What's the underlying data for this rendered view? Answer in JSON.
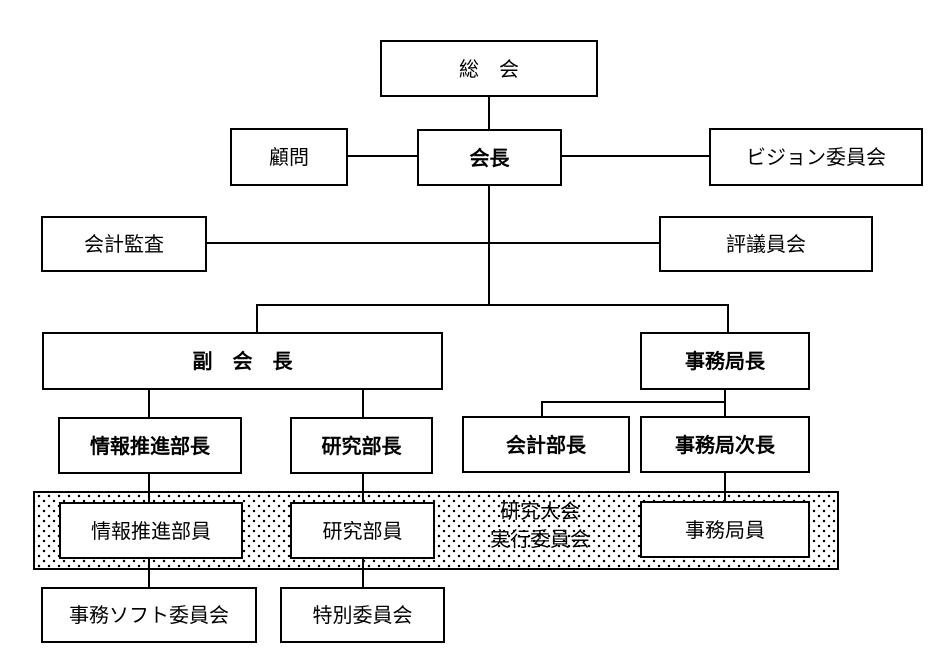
{
  "diagram": {
    "type": "org-chart",
    "language": "ja",
    "colors": {
      "background": "#ffffff",
      "line": "#000000",
      "text": "#000000",
      "box_fill": "#ffffff"
    },
    "nodes": {
      "general_assembly": {
        "label": "総　会",
        "bold": false
      },
      "advisor": {
        "label": "顧問",
        "bold": false
      },
      "president": {
        "label": "会長",
        "bold": true
      },
      "vision_committee": {
        "label": "ビジョン委員会",
        "bold": false
      },
      "accounting_audit": {
        "label": "会計監査",
        "bold": false
      },
      "council": {
        "label": "評議員会",
        "bold": false
      },
      "vice_president": {
        "label": "副　会　長",
        "bold": true
      },
      "secretary_general": {
        "label": "事務局長",
        "bold": true
      },
      "info_promotion_director": {
        "label": "情報推進部長",
        "bold": true
      },
      "research_director": {
        "label": "研究部長",
        "bold": true
      },
      "accounting_director": {
        "label": "会計部長",
        "bold": true
      },
      "deputy_secretary_general": {
        "label": "事務局次長",
        "bold": true
      },
      "info_promotion_staff": {
        "label": "情報推進部員",
        "bold": false
      },
      "research_staff": {
        "label": "研究部員",
        "bold": false
      },
      "secretariat_staff": {
        "label": "事務局員",
        "bold": false
      },
      "office_software_committee": {
        "label": "事務ソフト委員会",
        "bold": false
      },
      "special_committee": {
        "label": "特別委員会",
        "bold": false
      },
      "research_convention_committee": {
        "label_line1": "研究大会",
        "label_line2": "実行委員会",
        "bold": false
      }
    },
    "edges": [
      "general_assembly - president",
      "advisor - president",
      "president - vision_committee",
      "accounting_audit - council",
      "president - vice_president",
      "president - secretary_general",
      "vice_president - info_promotion_director",
      "vice_president - research_director",
      "secretary_general - accounting_director",
      "secretary_general - deputy_secretary_general",
      "info_promotion_director - info_promotion_staff",
      "research_director - research_staff",
      "deputy_secretary_general - secretariat_staff",
      "info_promotion_staff - office_software_committee",
      "research_staff - special_committee"
    ]
  }
}
